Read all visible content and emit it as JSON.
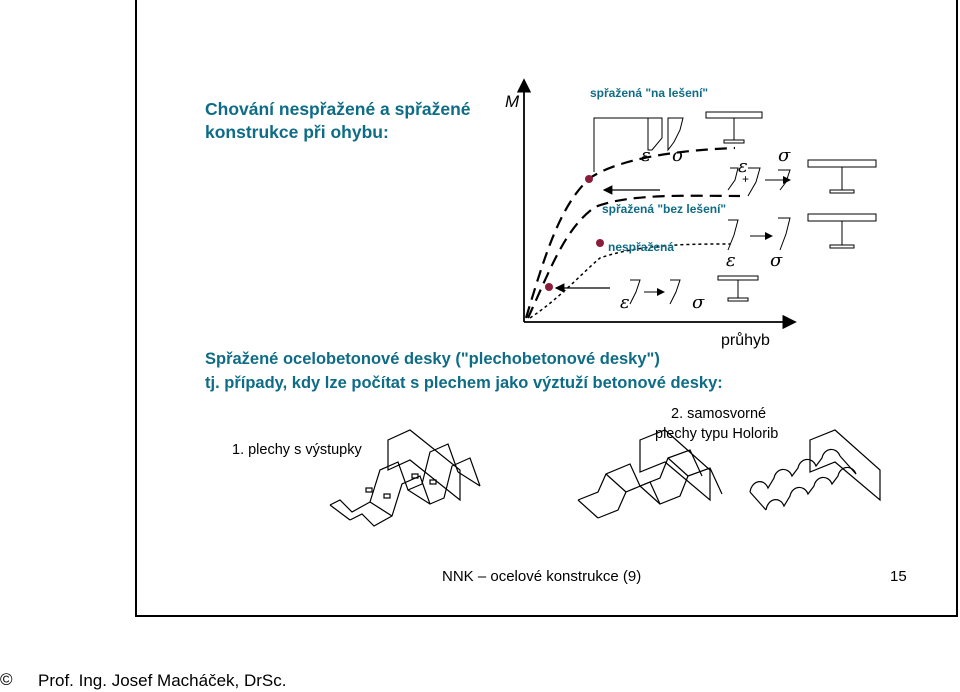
{
  "title": "Chování nespřažené a spřažené konstrukce při ohybu:",
  "graph": {
    "y_axis_label": "M",
    "x_axis_label": "průhyb",
    "curve_labels": {
      "scaffold": "spřažená \"na lešení\"",
      "no_scaffold": "spřažená \"bez lešení\"",
      "noncomposite": "nespřažená"
    },
    "strain_symbol": "ε",
    "stress_symbol": "σ",
    "plus_sign": "+"
  },
  "section": {
    "heading": "Spřažené ocelobetonové desky (\"plechobetonové desky\")",
    "subheading": "tj. případy, kdy lze počítat s plechem jako výztuží betonové desky:",
    "item1": "1. plechy s výstupky",
    "item2_line1": "2. samosvorné",
    "item2_line2": "plechy typu Holorib"
  },
  "footer": {
    "course": "NNK – ocelové konstrukce (9)",
    "page_number": "15",
    "copyright_symbol": "©",
    "author": "Prof. Ing. Josef Macháček, DrSc."
  },
  "colors": {
    "heading": "#0e6c86",
    "marker": "#8b1d3b",
    "line": "#000000"
  }
}
